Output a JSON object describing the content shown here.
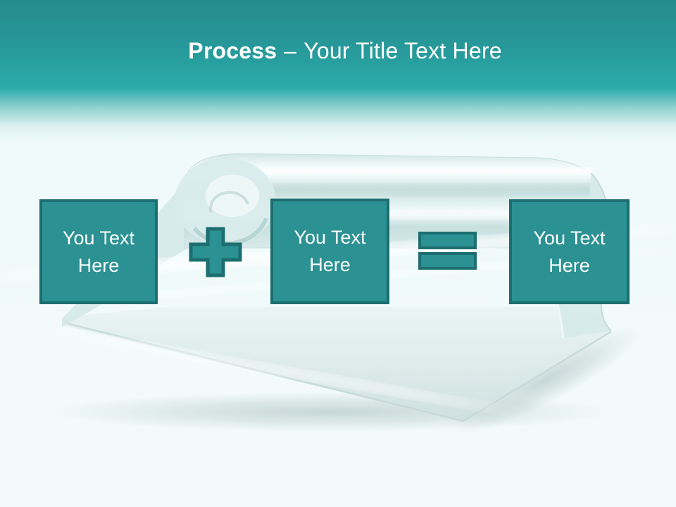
{
  "slide": {
    "title": {
      "emphasis": "Process",
      "separator": "–",
      "rest": "Your Title Text Here"
    },
    "equation": {
      "boxes": [
        {
          "label": "You Text Here"
        },
        {
          "label": "You Text Here"
        },
        {
          "label": "You Text Here"
        }
      ],
      "operators": [
        {
          "name": "plus"
        },
        {
          "name": "equals"
        }
      ]
    },
    "colors": {
      "header_teal_dark": "#258b8c",
      "header_teal_light": "#2babaa",
      "body_background": "#f3fafa",
      "shape_fill": "#2b9192",
      "shape_border": "#1d6e70",
      "title_text": "#ffffff",
      "box_text": "#ffffff",
      "glass_tint": "#d8ebea"
    }
  }
}
